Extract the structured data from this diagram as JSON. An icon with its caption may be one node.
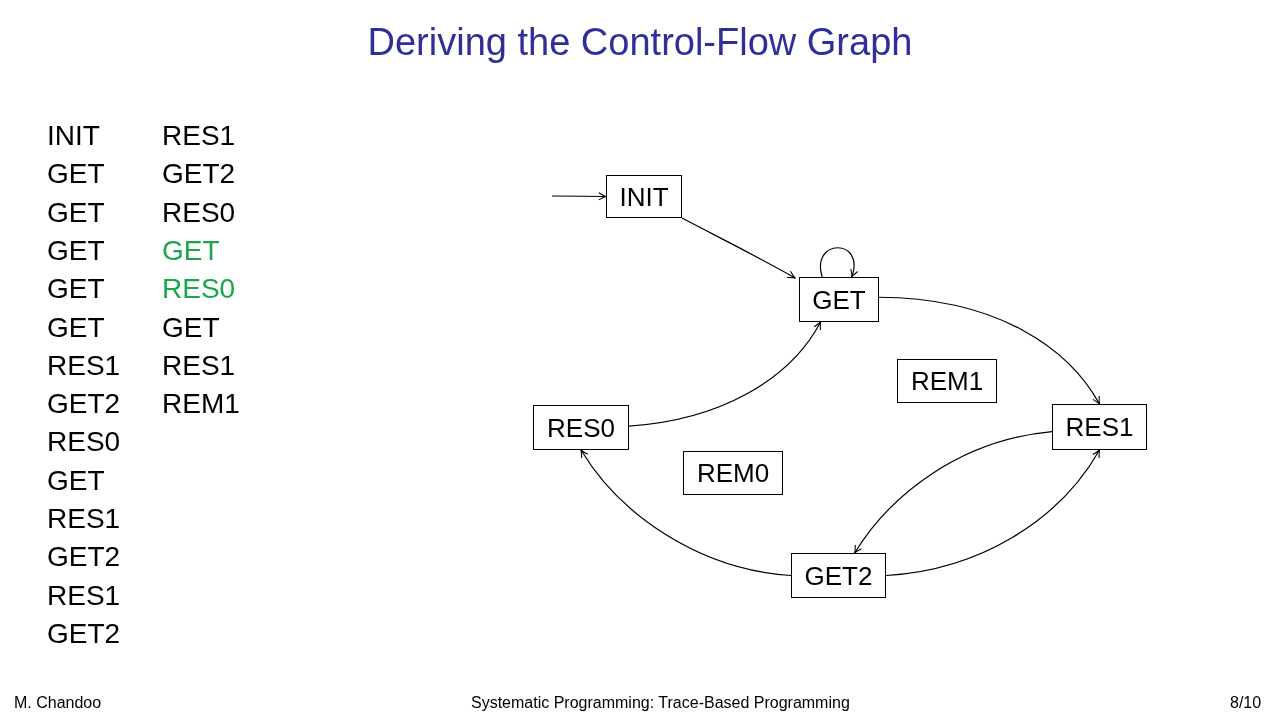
{
  "diagram": {
    "title": "Deriving the Control-Flow Graph",
    "nodes": [
      {
        "text": [
          "INIT"
        ]
      },
      {
        "text": [
          "GET"
        ]
      },
      {
        "text": [
          "REM1"
        ]
      },
      {
        "text": [
          "RES0"
        ]
      },
      {
        "text": [
          "RES1"
        ]
      },
      {
        "text": [
          "REM0"
        ]
      },
      {
        "text": [
          "GET2"
        ]
      }
    ],
    "edges": [
      {
        "from": null,
        "to": 0,
        "arrow": "to"
      },
      {
        "from": 0,
        "to": 1,
        "arrow": "to"
      },
      {
        "from": 1,
        "to": 1,
        "arrow": "to"
      },
      {
        "from": 1,
        "to": 4,
        "arrow": "to"
      },
      {
        "from": 3,
        "to": 1,
        "arrow": "to"
      },
      {
        "from": 4,
        "to": 6,
        "arrow": "to"
      },
      {
        "from": 6,
        "to": 4,
        "arrow": "to"
      },
      {
        "from": 6,
        "to": 3,
        "arrow": "to"
      }
    ],
    "labels": [
      "INIT",
      "GET",
      "GET",
      "GET",
      "GET",
      "GET",
      "RES1",
      "GET2",
      "RES0",
      "GET",
      "RES1",
      "GET2",
      "RES1",
      "GET2",
      "RES1",
      "GET2",
      "RES0",
      "GET",
      "RES0",
      "GET",
      "RES1",
      "REM1",
      "M. Chandoo",
      "Systematic Programming: Trace-Based Programming",
      "8/10"
    ]
  }
}
